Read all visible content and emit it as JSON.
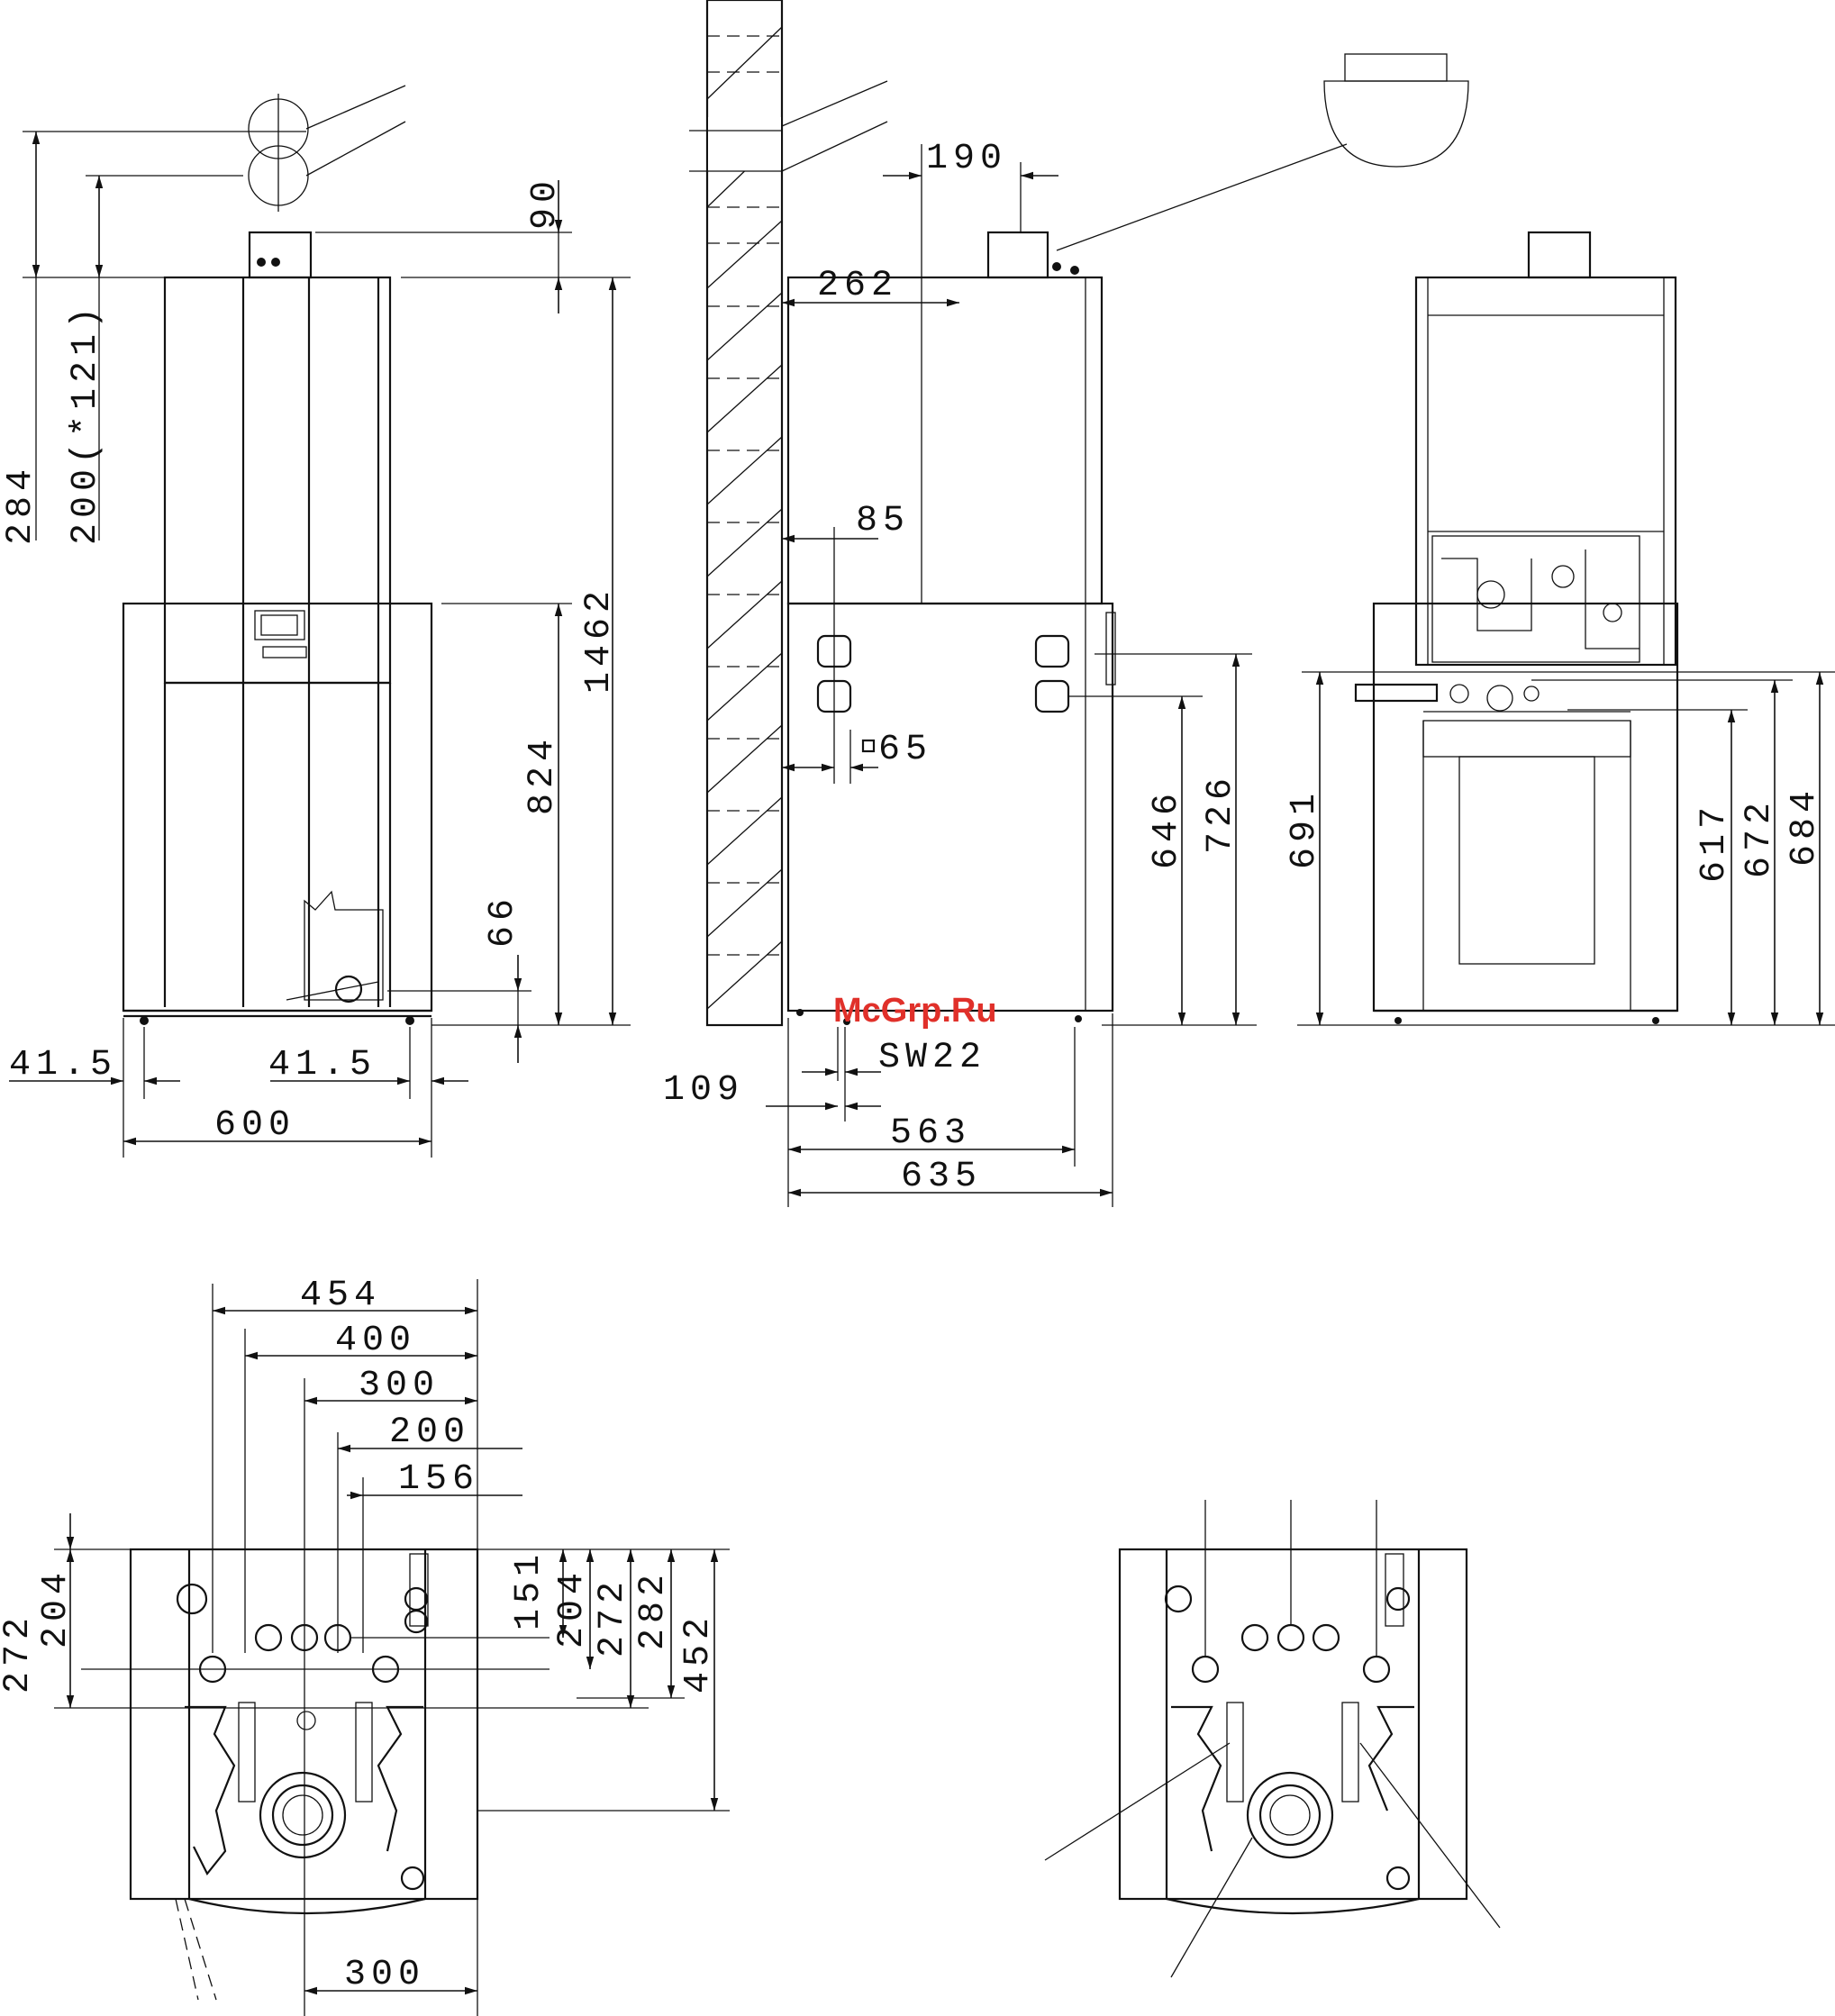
{
  "watermark": "McGrp.Ru",
  "dimensions": {
    "front": {
      "d284": "284",
      "d200": "200(*121)",
      "d90": "90",
      "d1462": "1462",
      "d824": "824",
      "d66": "66",
      "d41_5_left": "41.5",
      "d41_5_right": "41.5",
      "d600": "600"
    },
    "side": {
      "d190": "190",
      "d262": "262",
      "d85": "85",
      "d65": "65",
      "d646": "646",
      "d726": "726",
      "sw22": "SW22",
      "d109": "109",
      "d563": "563",
      "d635": "635"
    },
    "rear": {
      "d691": "691",
      "d617": "617",
      "d672": "672",
      "d684": "684"
    },
    "bottom": {
      "d454": "454",
      "d400": "400",
      "d300_top": "300",
      "d200": "200",
      "d156": "156",
      "d272_left": "272",
      "d204_left": "204",
      "d151": "151",
      "d204_right": "204",
      "d272_right": "272",
      "d282": "282",
      "d452": "452",
      "d300_bottom": "300"
    }
  }
}
